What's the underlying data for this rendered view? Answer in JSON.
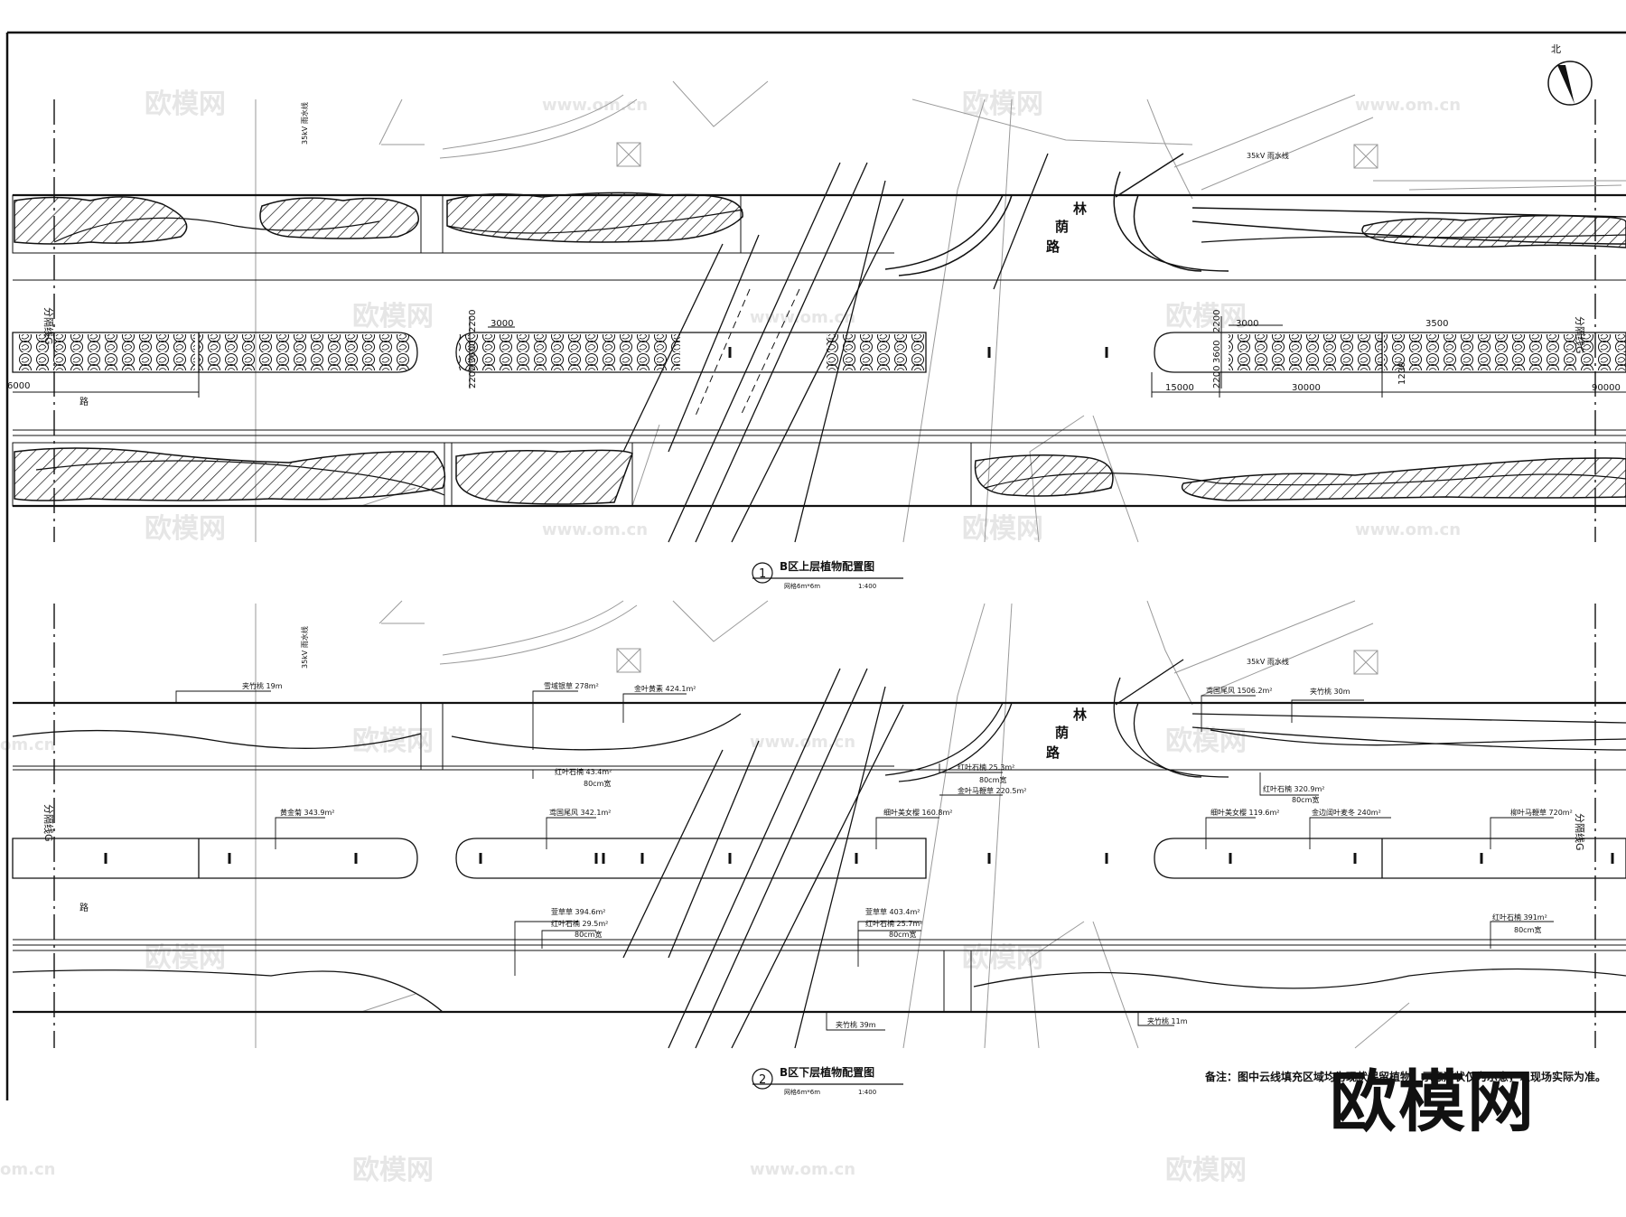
{
  "drawing": {
    "north_label": "北",
    "road_name": [
      "林",
      "荫",
      "路"
    ],
    "road_label": "路",
    "axis_label": "分隔线G",
    "pipe_label": "35kV 雨水线",
    "pipe_label_b": "35kV 雨水线",
    "colors": {
      "line": "#111111",
      "faint": "#9a9a9a",
      "watermark": "#e0e0e0"
    }
  },
  "top_plan": {
    "title": "B区上层植物配置图",
    "number": "1",
    "grid_note": "网格6m*6m",
    "scale": "1:400",
    "dims": {
      "d_3000a": "3000",
      "d_2200a": "2200",
      "d_3600a": "3600",
      "d_2200b": "2200",
      "d_3500": "3500",
      "d_3000b": "3000",
      "d_1200": "1200",
      "d_15000": "15000",
      "d_30000": "30000",
      "d_90000": "90000",
      "d_left": "6000"
    }
  },
  "bottom_plan": {
    "title": "B区下层植物配置图",
    "number": "2",
    "grid_note": "网格6m*6m",
    "scale": "1:400",
    "labels": {
      "l1": "夹竹桃 19m",
      "l2": "雪域银草 278m²",
      "l3": "金叶黄素 424.1m²",
      "l4": "红叶石楠 43.4m²",
      "l4b": "80cm宽",
      "l5": "红叶石楠 25.3m²",
      "l5b": "80cm宽",
      "l5c": "金叶马鞭草 220.5m²",
      "l6": "黄金菊 343.9m²",
      "l7": "鸢国尾风 342.1m²",
      "l8": "细叶美女樱 160.8m²",
      "l9": "鸢国尾风 1506.2m²",
      "l10": "夹竹桃 30m",
      "l11": "红叶石楠 320.9m²",
      "l11b": "80cm宽",
      "l12": "细叶美女樱 119.6m²",
      "l13": "金边阔叶麦冬 240m²",
      "l14": "柳叶马鞭草 720m²",
      "l15": "萱草草 394.6m²",
      "l15b": "红叶石楠 29.5m²",
      "l15c": "80cm宽",
      "l16": "萱草草 403.4m²",
      "l16b": "红叶石楠 25.7m²",
      "l16c": "80cm宽",
      "l17": "红叶石楠 391m²",
      "l17b": "80cm宽",
      "l18": "夹竹桃 39m",
      "l19": "夹竹桃 11m"
    }
  },
  "note": "备注：图中云线填充区域均为现状保留植物，示意形状仅为示意，以现场实际为准。",
  "watermarks": {
    "cn": "欧模网",
    "url": "www.om.cn",
    "url_short": "om.cn"
  },
  "brand": "欧模网"
}
